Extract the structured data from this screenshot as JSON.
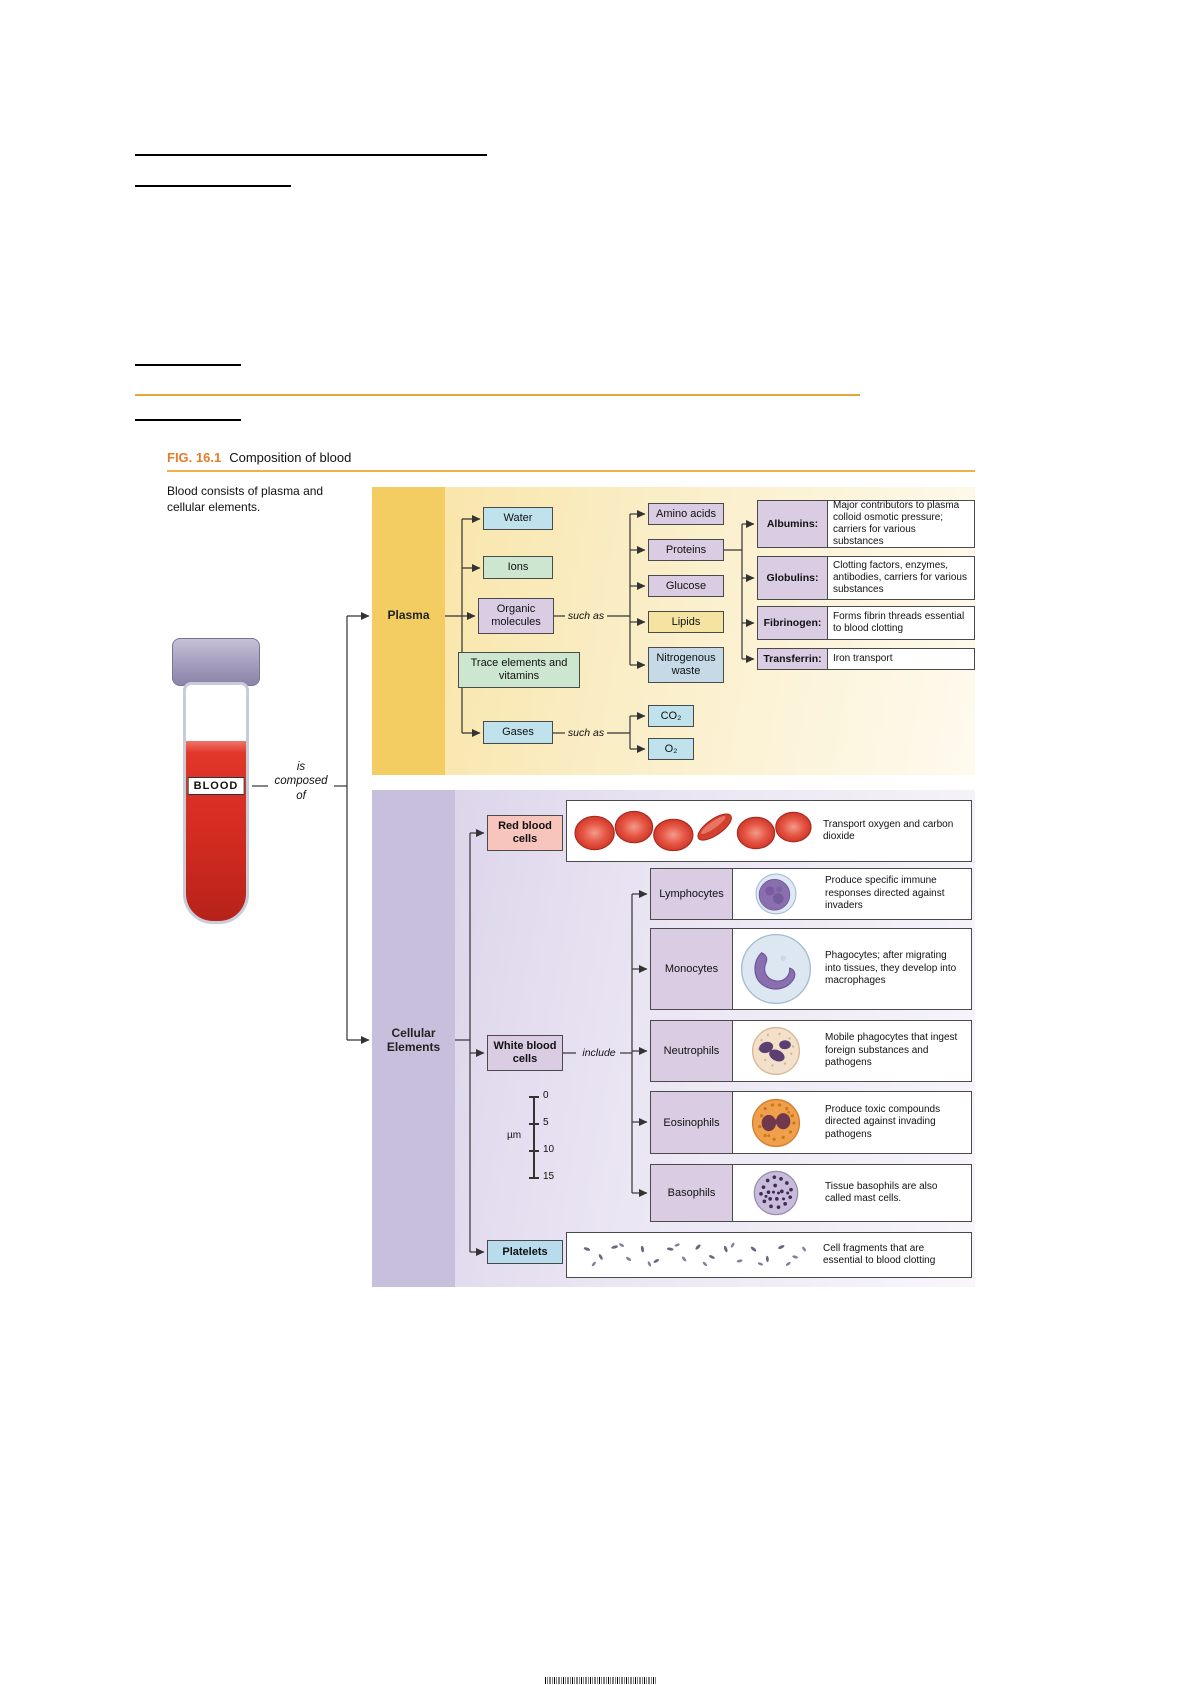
{
  "figure": {
    "label": "FIG. 16.1",
    "title": "Composition of blood",
    "caption": "Blood consists of plasma and cellular elements."
  },
  "tube": {
    "label": "BLOOD"
  },
  "connector_text": {
    "is_composed_of": "is\ncomposed\nof"
  },
  "plasma": {
    "label": "Plasma",
    "such_as_organic": "such as",
    "such_as_gases": "such as",
    "components": [
      {
        "label": "Water"
      },
      {
        "label": "Ions"
      },
      {
        "label": "Organic molecules"
      },
      {
        "label": "Trace elements and vitamins"
      },
      {
        "label": "Gases"
      }
    ],
    "organic_examples": [
      {
        "label": "Amino acids"
      },
      {
        "label": "Proteins"
      },
      {
        "label": "Glucose"
      },
      {
        "label": "Lipids"
      },
      {
        "label": "Nitrogenous waste"
      }
    ],
    "protein_types": [
      {
        "name": "Albumins:",
        "desc": "Major contributors to plasma colloid osmotic pressure; carriers for various substances"
      },
      {
        "name": "Globulins:",
        "desc": "Clotting factors, enzymes, antibodies, carriers for various substances"
      },
      {
        "name": "Fibrinogen:",
        "desc": "Forms fibrin threads essential to blood clotting"
      },
      {
        "name": "Transferrin:",
        "desc": "Iron transport"
      }
    ],
    "gas_examples": [
      {
        "label": "CO₂"
      },
      {
        "label": "O₂"
      }
    ]
  },
  "cellular": {
    "label": "Cellular\nElements",
    "include": "include",
    "red_blood_cells": {
      "label": "Red blood cells",
      "desc": "Transport oxygen and carbon dioxide"
    },
    "white_blood_cells": {
      "label": "White blood cells"
    },
    "platelets": {
      "label": "Platelets",
      "desc": "Cell fragments that are essential to blood clotting"
    },
    "wbc_types": [
      {
        "label": "Lymphocytes",
        "desc": "Produce specific immune responses directed against invaders"
      },
      {
        "label": "Monocytes",
        "desc": "Phagocytes; after migrating into tissues, they develop into macrophages"
      },
      {
        "label": "Neutrophils",
        "desc": "Mobile phagocytes that ingest foreign substances and pathogens"
      },
      {
        "label": "Eosinophils",
        "desc": "Produce toxic compounds directed against invading pathogens"
      },
      {
        "label": "Basophils",
        "desc": "Tissue basophils are also called mast cells."
      }
    ],
    "scale_bar": {
      "unit": "µm",
      "ticks": [
        "0",
        "5",
        "10",
        "15"
      ]
    }
  },
  "colors": {
    "accent_orange": "#E87A2B",
    "rule_orange": "#E8A33D",
    "plasma_stripe": "#F4CD62",
    "cellular_stripe": "#C8BFDC",
    "box_blue": "#BFE2EC",
    "box_green": "#CDE6CF",
    "box_lavender": "#D9CCE3",
    "box_yellow": "#F4E3A1",
    "box_salmon": "#F7C5BC",
    "box_lightblue": "#B8DCEC",
    "blood_red": "#D02A1F"
  }
}
